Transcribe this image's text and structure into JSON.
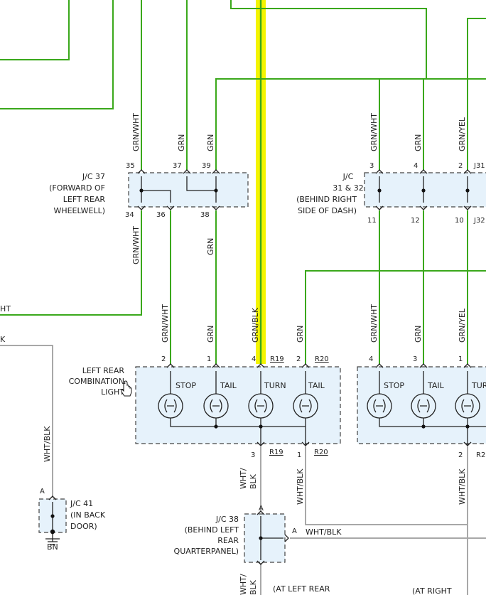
{
  "wires": {
    "grn_wht": "GRN/WHT",
    "grn": "GRN",
    "grn_blk": "GRN/BLK",
    "grn_yel": "GRN/YEL",
    "wht_blk": "WHT/BLK",
    "wht_blk_split_1": "WHT/",
    "wht_blk_split_2": "BLK",
    "wht_partial": "HT",
    "wht_blk_partial": "K"
  },
  "jc37": {
    "l1": "J/C 37",
    "l2": "(FORWARD OF",
    "l3": "LEFT REAR",
    "l4": "WHEELWELL)",
    "p35": "35",
    "p37": "37",
    "p39": "39",
    "p34": "34",
    "p36": "36",
    "p38": "38"
  },
  "jc3132": {
    "l1": "J/C",
    "l2": "31 & 32",
    "l3": "(BEHIND RIGHT",
    "l4": "SIDE OF DASH)",
    "p3": "3",
    "p4": "4",
    "p2": "2",
    "p11": "11",
    "p12": "12",
    "p10": "10",
    "tag_top": "J31",
    "tag_bot": "J32"
  },
  "left_lamp": {
    "l1": "LEFT REAR",
    "l2": "COMBINATION",
    "l3": "LIGHT",
    "p2": "2",
    "p1": "1",
    "p4": "4",
    "p2b": "2",
    "p3": "3",
    "p1b": "1",
    "r19": "R19",
    "r20": "R20",
    "stop": "STOP",
    "tail": "TAIL",
    "turn": "TURN",
    "tail2": "TAIL"
  },
  "right_lamp": {
    "p4": "4",
    "p3": "3",
    "p1": "1",
    "p2": "2",
    "r2": "R2",
    "stop": "STOP",
    "tail": "TAIL",
    "turn": "TUR",
    "bottom": "(AT RIGHT"
  },
  "jc41": {
    "l1": "J/C 41",
    "l2": "(IN BACK",
    "l3": "DOOR)",
    "pa": "A",
    "ground": "BN"
  },
  "jc38": {
    "l1": "J/C 38",
    "l2": "(BEHIND LEFT",
    "l3": "REAR",
    "l4": "QUARTERPANEL)",
    "pa": "A",
    "bottom": "(AT LEFT REAR"
  },
  "colors": {
    "green": "#3aa81b",
    "white_wire": "#a8a8a8",
    "highlight": "#f4f400",
    "box_fill": "#e6f2fb"
  },
  "icons": [
    "hand-pointer-icon"
  ]
}
